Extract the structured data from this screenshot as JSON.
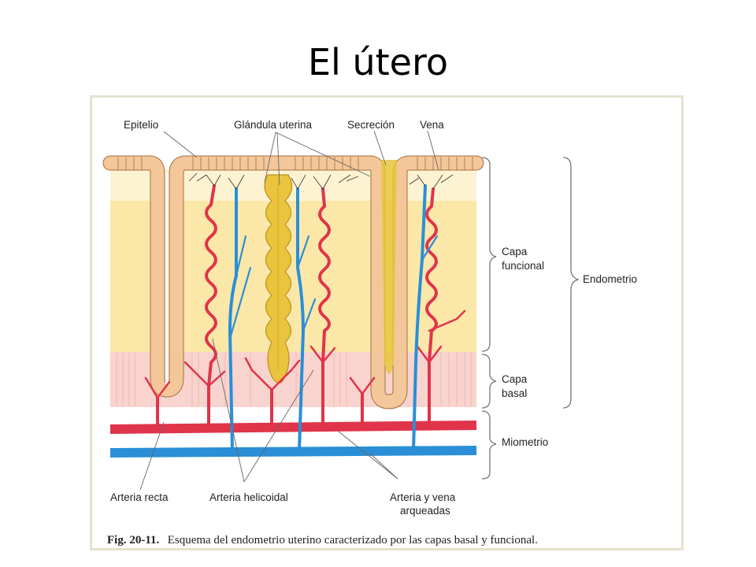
{
  "slide": {
    "title": "El útero"
  },
  "labels": {
    "epitelio": "Epitelio",
    "glandula_uterina": "Glándula uterina",
    "secrecion": "Secreción",
    "vena": "Vena",
    "capa_funcional_1": "Capa",
    "capa_funcional_2": "funcional",
    "capa_basal_1": "Capa",
    "capa_basal_2": "basal",
    "endometrio": "Endometrio",
    "miometrio": "Miometrio",
    "arteria_recta": "Arteria recta",
    "arteria_helicoidal": "Arteria helicoidal",
    "arteria_vena_1": "Arteria y vena",
    "arteria_vena_2": "arqueadas"
  },
  "caption": {
    "number": "Fig. 20-11.",
    "text": "Esquema del endometrio uterino caracterizado por las capas basal y funcional."
  },
  "colors": {
    "functional_layer": "#fbe7a8",
    "functional_top": "#fdf3d3",
    "basal_layer": "#f9d3cd",
    "epithelium": "#f3c79a",
    "gland": "#e9c43c",
    "artery": "#e0344a",
    "vein": "#2a8fd6"
  }
}
